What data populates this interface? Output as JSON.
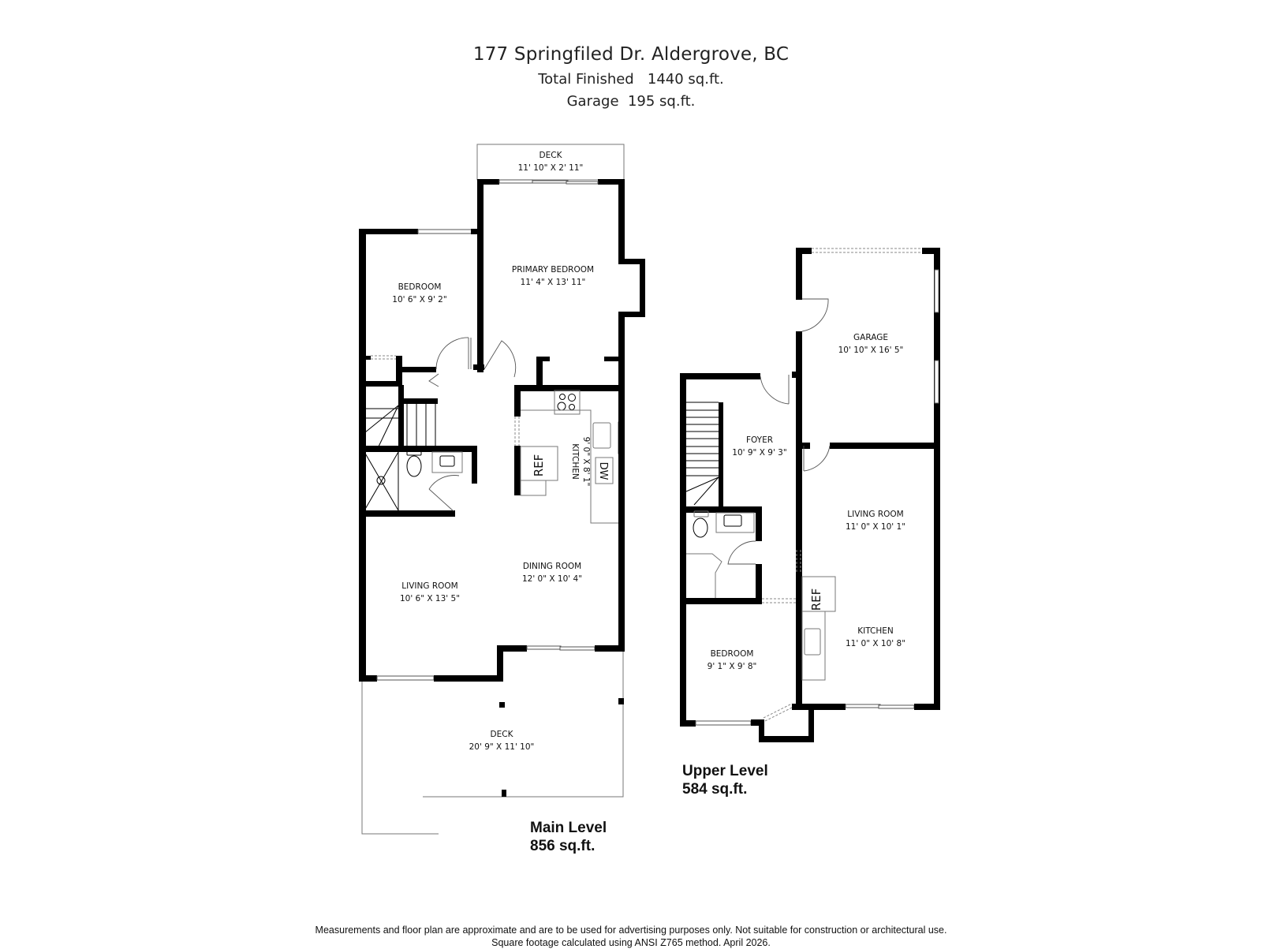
{
  "header": {
    "address": "177 Springfiled Dr. Aldergrove, BC",
    "total_finished": "Total Finished   1440 sq.ft.",
    "garage": "Garage  195 sq.ft."
  },
  "levels": {
    "main": {
      "name": "Main Level",
      "area": "856 sq.ft.",
      "rooms": [
        {
          "name": "DECK",
          "dims": "11' 10\" X 2' 11\""
        },
        {
          "name": "PRIMARY BEDROOM",
          "dims": "11' 4\" X 13' 11\""
        },
        {
          "name": "BEDROOM",
          "dims": "10' 6\" X 9' 2\""
        },
        {
          "name": "KITCHEN",
          "dims": "9' 0\" X 8' 1\""
        },
        {
          "name": "DINING ROOM",
          "dims": "12' 0\" X 10' 4\""
        },
        {
          "name": "LIVING ROOM",
          "dims": "10' 6\" X 13' 5\""
        },
        {
          "name": "DECK",
          "dims": "20' 9\" X 11' 10\""
        }
      ],
      "fixtures": {
        "ref": "REF",
        "dw": "DW"
      }
    },
    "upper": {
      "name": "Upper Level",
      "area": "584 sq.ft.",
      "rooms": [
        {
          "name": "GARAGE",
          "dims": "10' 10\" X 16' 5\""
        },
        {
          "name": "FOYER",
          "dims": "10' 9\" X 9' 3\""
        },
        {
          "name": "LIVING ROOM",
          "dims": "11' 0\" X 10' 1\""
        },
        {
          "name": "KITCHEN",
          "dims": "11' 0\" X 10' 8\""
        },
        {
          "name": "BEDROOM",
          "dims": "9' 1\" X 9' 8\""
        }
      ],
      "fixtures": {
        "ref": "REF"
      }
    }
  },
  "footer": {
    "line1": "Measurements and floor plan are approximate and are to be used for advertising purposes only. Not suitable for construction or architectural use.",
    "line2": "Square footage calculated using ANSI Z765 method. April 2026."
  },
  "colors": {
    "wall": "#000000",
    "background": "#ffffff",
    "text": "#1a1a1a"
  }
}
